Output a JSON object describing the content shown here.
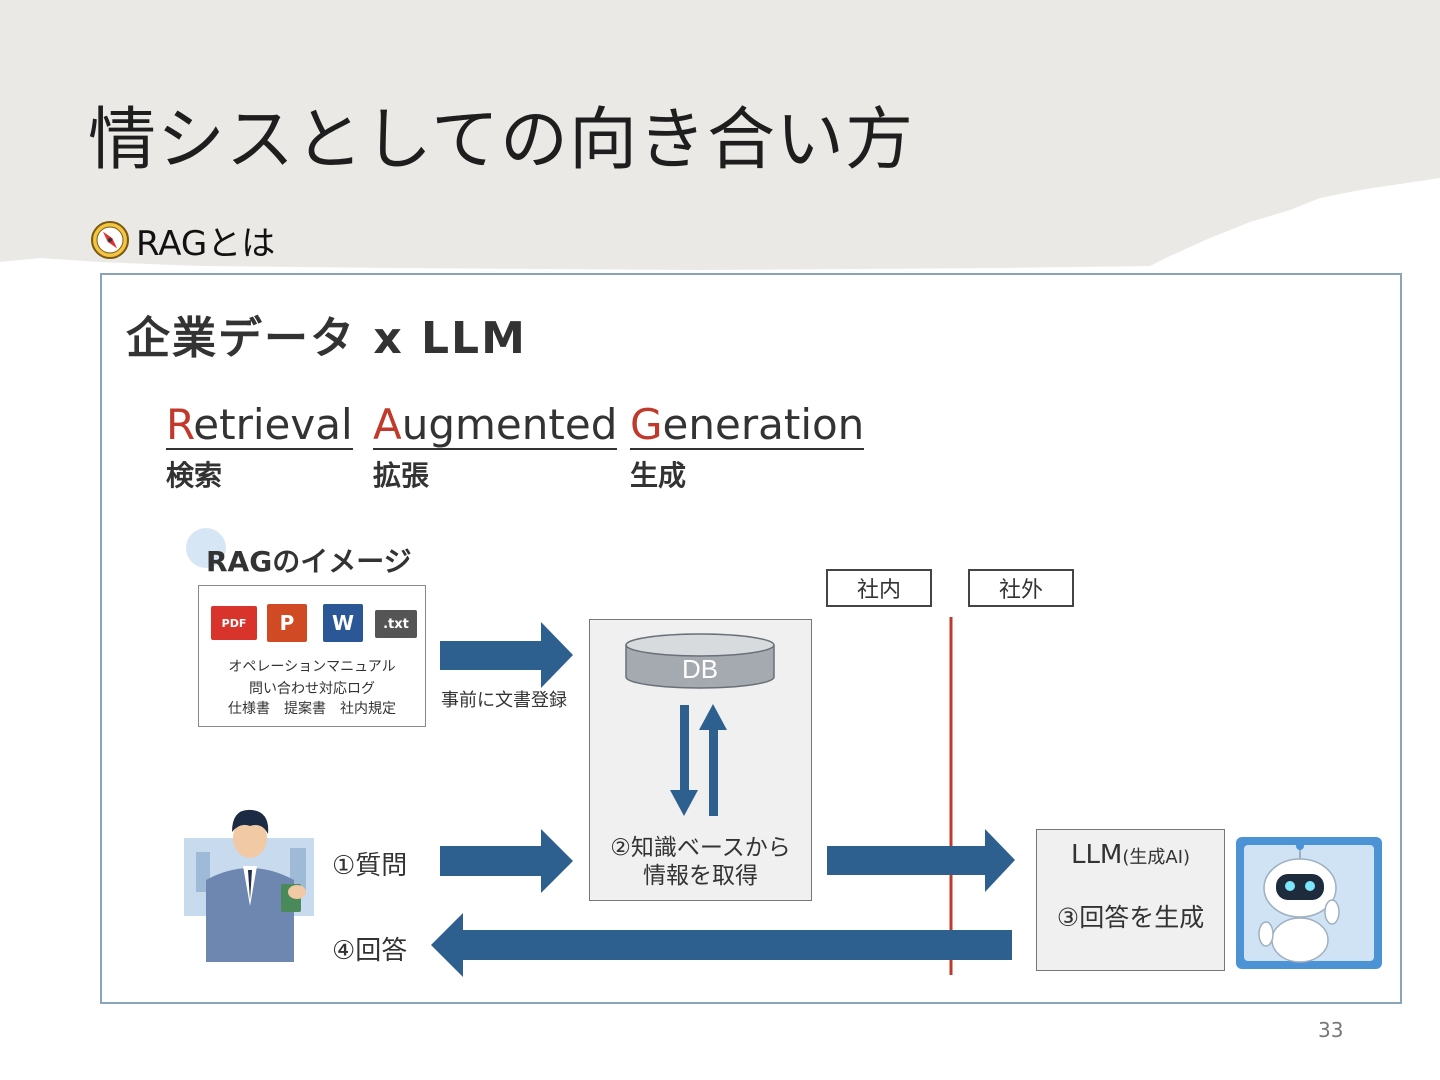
{
  "slide": {
    "title": "情シスとしての向き合い方",
    "subtitle": "RAGとは",
    "page_number": "33"
  },
  "diagram": {
    "title": "企業データ x LLM",
    "rag_terms": [
      {
        "initial": "R",
        "rest": "etrieval",
        "jp": "検索"
      },
      {
        "initial": "A",
        "rest": "ugmented",
        "jp": "拡張"
      },
      {
        "initial": "G",
        "rest": "eneration",
        "jp": "生成"
      }
    ],
    "image_label": "RAGのイメージ",
    "file_icons": [
      "PDF",
      "P",
      "W",
      ".txt"
    ],
    "documents": [
      "オペレーションマニュアル",
      "問い合わせ対応ログ",
      "仕様書　提案書　社内規定"
    ],
    "pre_register": "事前に文書登録",
    "zones": {
      "internal": "社内",
      "external": "社外"
    },
    "db_label": "DB",
    "knowledge_base": [
      "②知識ベースから",
      "情報を取得"
    ],
    "question": "①質問",
    "answer": "④回答",
    "llm": {
      "name": "LLM",
      "suffix": "(生成AI)",
      "generate": "③回答を生成"
    },
    "colors": {
      "arrow": "#2d5f8f",
      "accent_red": "#c0392b",
      "boundary_line": "#c0392b"
    }
  }
}
